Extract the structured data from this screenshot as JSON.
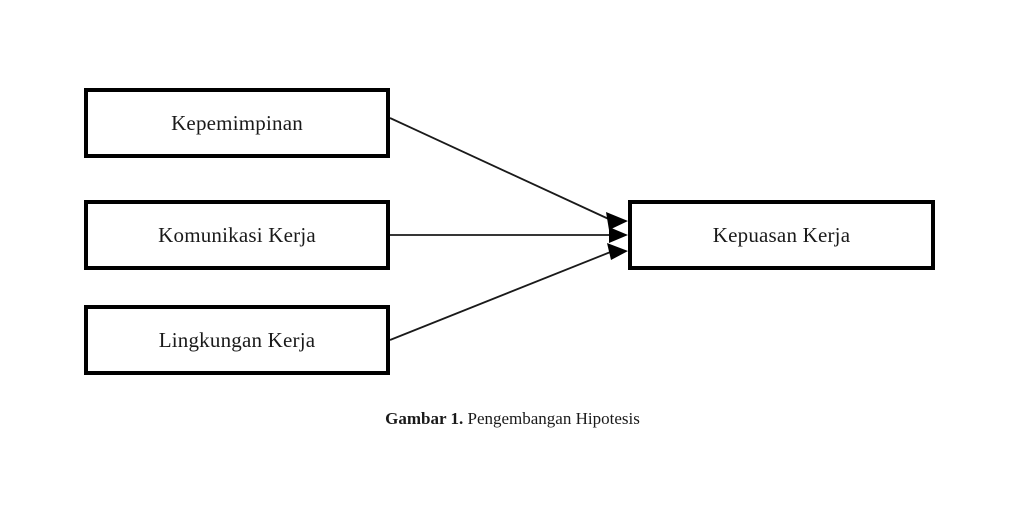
{
  "figure": {
    "background_color": "#ffffff",
    "stroke_color": "#000000",
    "text_color": "#1a1a1a",
    "caption_label": "Gambar 1.",
    "caption_text": "Pengembangan Hipotesis"
  },
  "diagram": {
    "type": "research-hypothesis-model",
    "independent_variables": [
      {
        "id": "kepemimpinan",
        "label": "Kepemimpinan"
      },
      {
        "id": "komunikasi",
        "label": "Komunikasi Kerja"
      },
      {
        "id": "lingkungan",
        "label": "Lingkungan Kerja"
      }
    ],
    "dependent_variable": {
      "id": "kepuasan",
      "label": "Kepuasan Kerja"
    },
    "relationships": [
      {
        "from": "kepemimpinan",
        "to": "kepuasan",
        "arrow": "single-headed"
      },
      {
        "from": "komunikasi",
        "to": "kepuasan",
        "arrow": "single-headed"
      },
      {
        "from": "lingkungan",
        "to": "kepuasan",
        "arrow": "single-headed"
      }
    ]
  }
}
